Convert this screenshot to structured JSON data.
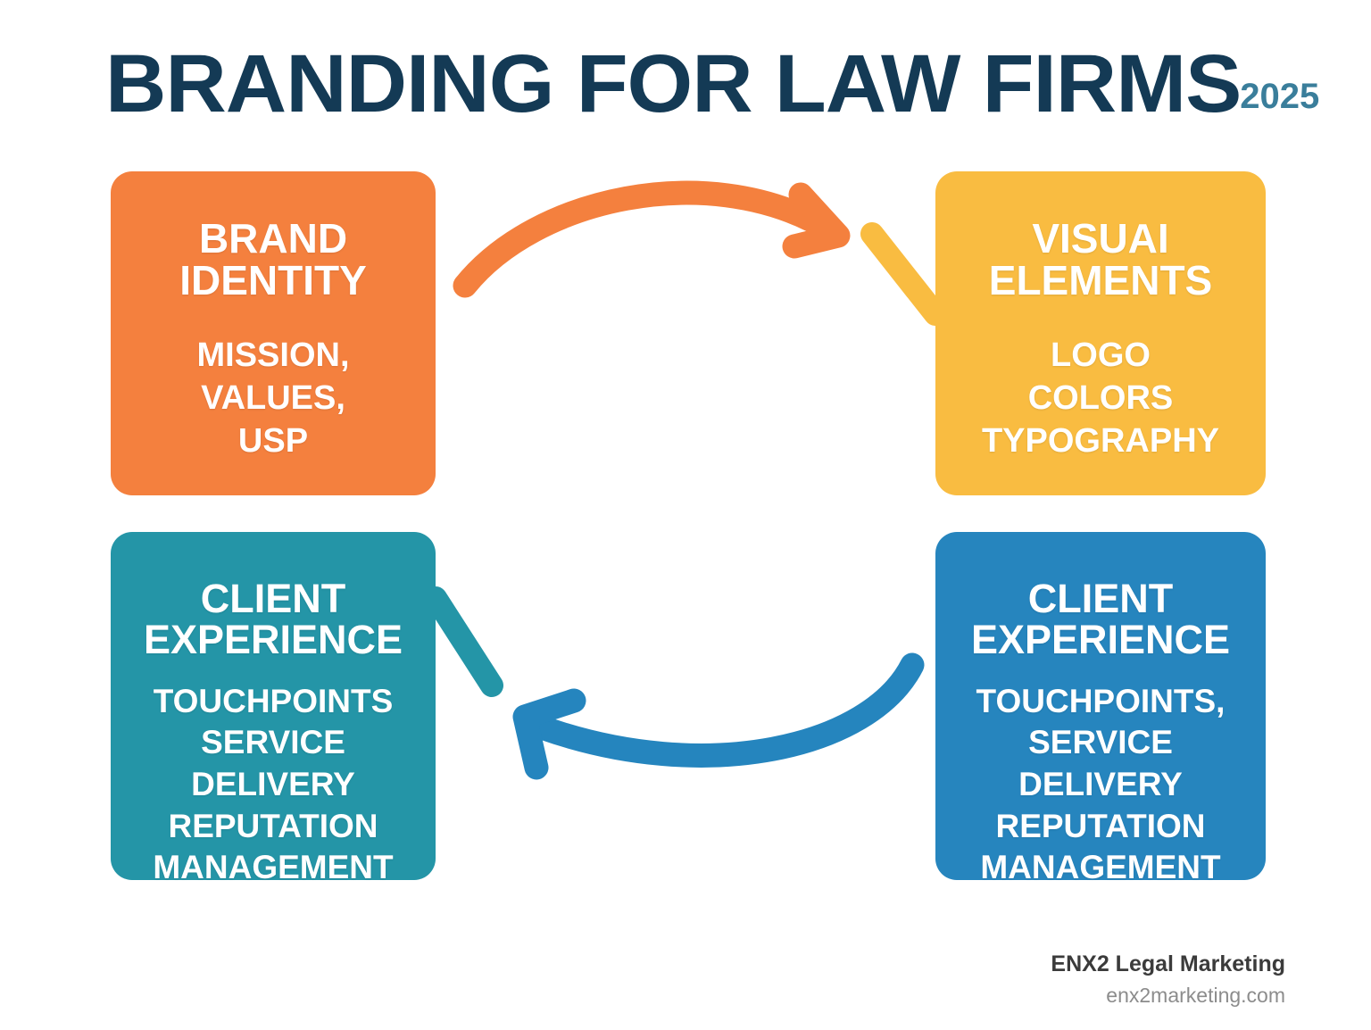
{
  "header": {
    "title": "BRANDING FOR LAW FIRMS",
    "year": "2025",
    "title_color": "#143A55",
    "year_color": "#3A7E9B"
  },
  "diagram": {
    "type": "cycle",
    "boxes": [
      {
        "id": "brand-identity",
        "position": "top-left",
        "heading": "BRAND\nIDENTITY",
        "body": "MISSION,\nVALUES,\nUSP",
        "color": "#F4803E"
      },
      {
        "id": "visual-elements",
        "position": "top-right",
        "heading": "VISUAI\nELEMENTS",
        "body": "LOGO\nCOLORS\nTYPOGRAPHY",
        "color": "#F9BC41"
      },
      {
        "id": "client-experience-left",
        "position": "bottom-left",
        "heading": "CLIENT\nEXPERIENCE",
        "body": "TOUCHPOINTS\nSERVICE DELIVERY\nREPUTATION\nMANAGEMENT",
        "color": "#2495A7"
      },
      {
        "id": "client-experience-right",
        "position": "bottom-right",
        "heading": "CLIENT\nEXPERIENCE",
        "body": "TOUCHPOINTS,\nSERVICE DELIVERY\nREPUTATION\nMANAGEMENT",
        "color": "#2685BE"
      }
    ],
    "arrows": [
      {
        "id": "arrow-top",
        "from": "brand-identity",
        "to": "visual-elements",
        "direction": "left-to-right",
        "color": "#F4803E"
      },
      {
        "id": "arrow-bottom",
        "from": "client-experience-right",
        "to": "client-experience-left",
        "direction": "right-to-left",
        "color": "#2585BE"
      },
      {
        "id": "connector-visual-elements",
        "from": "visual-elements",
        "to": "down",
        "color": "#F9BC41"
      },
      {
        "id": "connector-client-experience-left",
        "from": "client-experience-left",
        "to": "down",
        "color": "#2495A7"
      }
    ]
  },
  "footer": {
    "brand": "ENX2 Legal Marketing",
    "url": "enx2marketing.com"
  }
}
